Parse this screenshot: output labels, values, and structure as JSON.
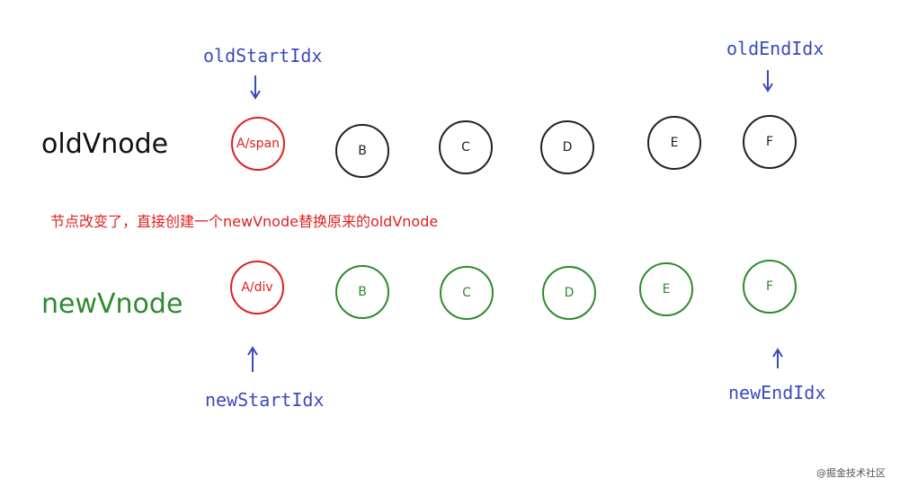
{
  "diagram": {
    "old_row_label": "oldVnode",
    "new_row_label": "newVnode",
    "note": "节点改变了，直接创建一个newVnode替换原来的oldVnode",
    "pointers": {
      "old_start": "oldStartIdx",
      "old_end": "oldEndIdx",
      "new_start": "newStartIdx",
      "new_end": "newEndIdx"
    },
    "old_nodes": [
      "A/span",
      "B",
      "C",
      "D",
      "E",
      "F"
    ],
    "new_nodes": [
      "A/div",
      "B",
      "C",
      "D",
      "E",
      "F"
    ],
    "colors": {
      "old_label": "#111111",
      "new_label": "#2e8b2e",
      "pointer": "#3a4bbf",
      "changed_node": "#e02020",
      "old_node": "#222222",
      "new_node": "#2e8b2e",
      "note": "#e02020"
    }
  },
  "watermark": "@掘金技术社区"
}
